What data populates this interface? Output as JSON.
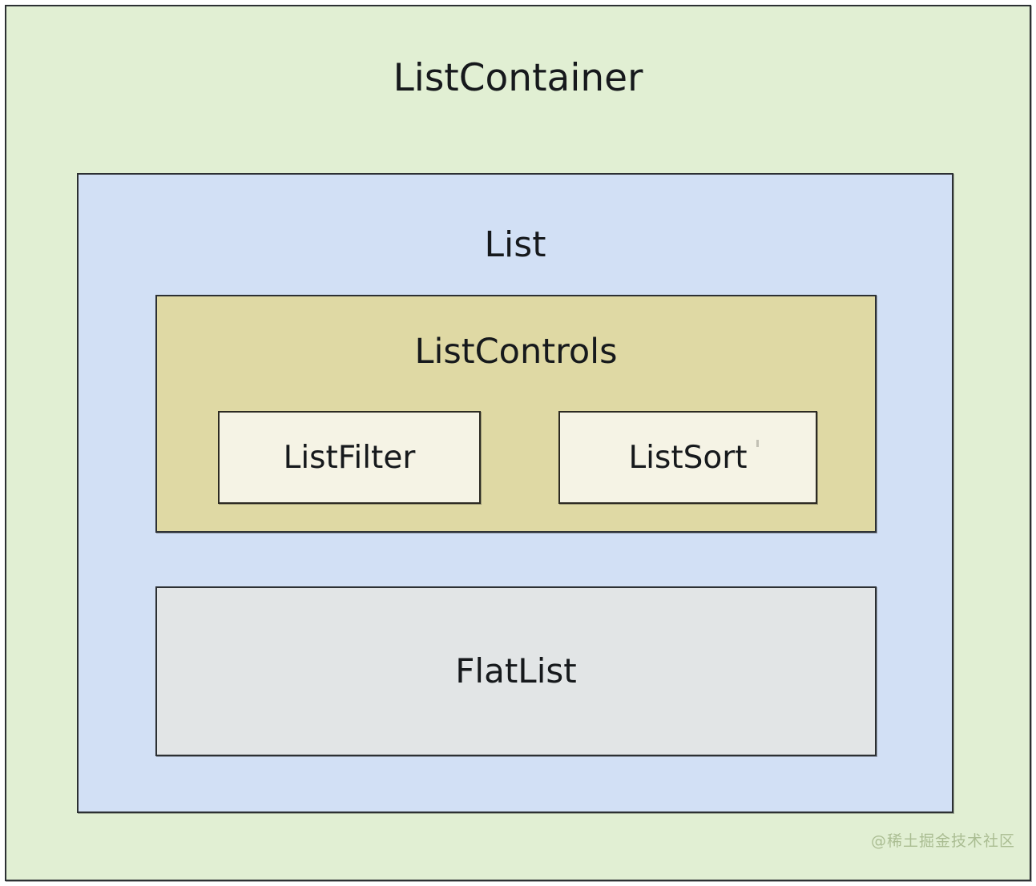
{
  "diagram": {
    "type": "nested-component-boxes",
    "container": {
      "label": "ListContainer",
      "fill": "#e1efd3",
      "border": "#2c3033"
    },
    "list": {
      "label": "List",
      "fill": "#d2e0f5",
      "border": "#2c3033"
    },
    "controls": {
      "label": "ListControls",
      "fill": "#dfd9a4",
      "border": "#2c3033",
      "children": [
        {
          "label": "ListFilter",
          "fill": "#f5f3e5",
          "border": "#2c2a22"
        },
        {
          "label": "ListSort",
          "fill": "#f5f3e5",
          "border": "#2c2a22"
        }
      ]
    },
    "flat_list": {
      "label": "FlatList",
      "fill": "#e2e5e6",
      "border": "#2c3033"
    }
  },
  "watermark": {
    "text": "@稀土掘金技术社区",
    "color": "#aabd92"
  }
}
